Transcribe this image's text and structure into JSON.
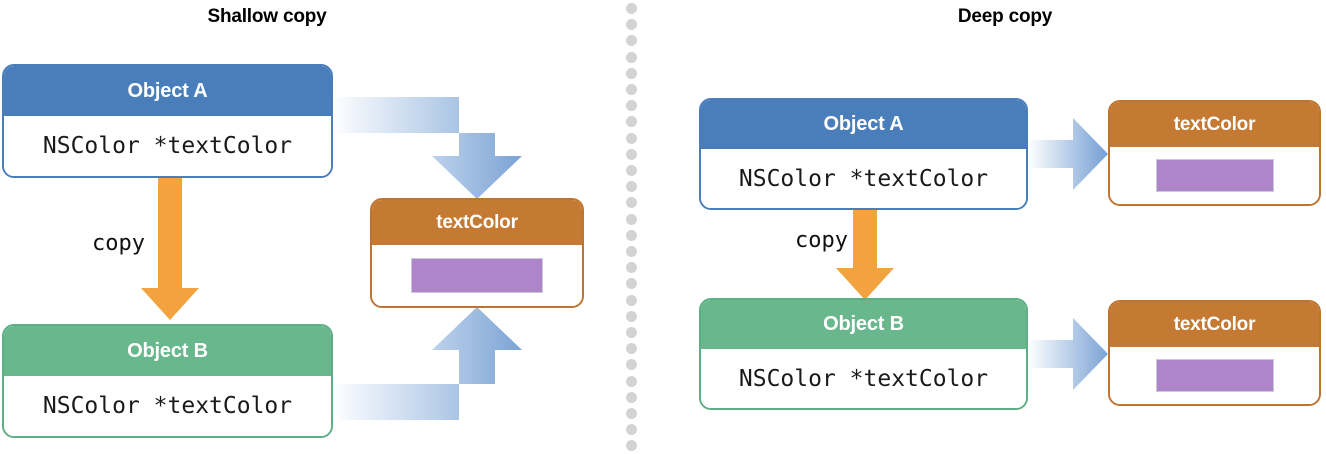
{
  "panels": [
    {
      "title": "Shallow copy"
    },
    {
      "title": "Deep copy"
    }
  ],
  "colors": {
    "object_a": "#4a7ebb",
    "object_b": "#69b78c",
    "text_color_header": "#c47a32",
    "swatch": "#ad85c8",
    "copy_arrow": "#f2a33f",
    "ref_arrow": "#6f9fd0",
    "divider_dot": "#d2d3d5",
    "card_bg": "#ffffff",
    "title_text": "#000000"
  },
  "shallow": {
    "object_a": {
      "title": "Object A",
      "field": "NSColor *textColor"
    },
    "object_b": {
      "title": "Object B",
      "field": "NSColor *textColor"
    },
    "text_color": {
      "title": "textColor",
      "swatch_label": ""
    },
    "copy_label": "copy"
  },
  "deep": {
    "object_a": {
      "title": "Object A",
      "field": "NSColor *textColor"
    },
    "object_b": {
      "title": "Object B",
      "field": "NSColor *textColor"
    },
    "text_color_a": {
      "title": "textColor",
      "swatch_label": ""
    },
    "text_color_b": {
      "title": "textColor",
      "swatch_label": ""
    },
    "copy_label": "copy"
  },
  "icons": {
    "copy_arrow": "arrow-down-icon",
    "reference_arrow": "arrow-right-icon",
    "elbow_arrow_down": "elbow-arrow-down-icon",
    "elbow_arrow_up": "elbow-arrow-up-icon",
    "divider": "dotted-divider-icon"
  }
}
